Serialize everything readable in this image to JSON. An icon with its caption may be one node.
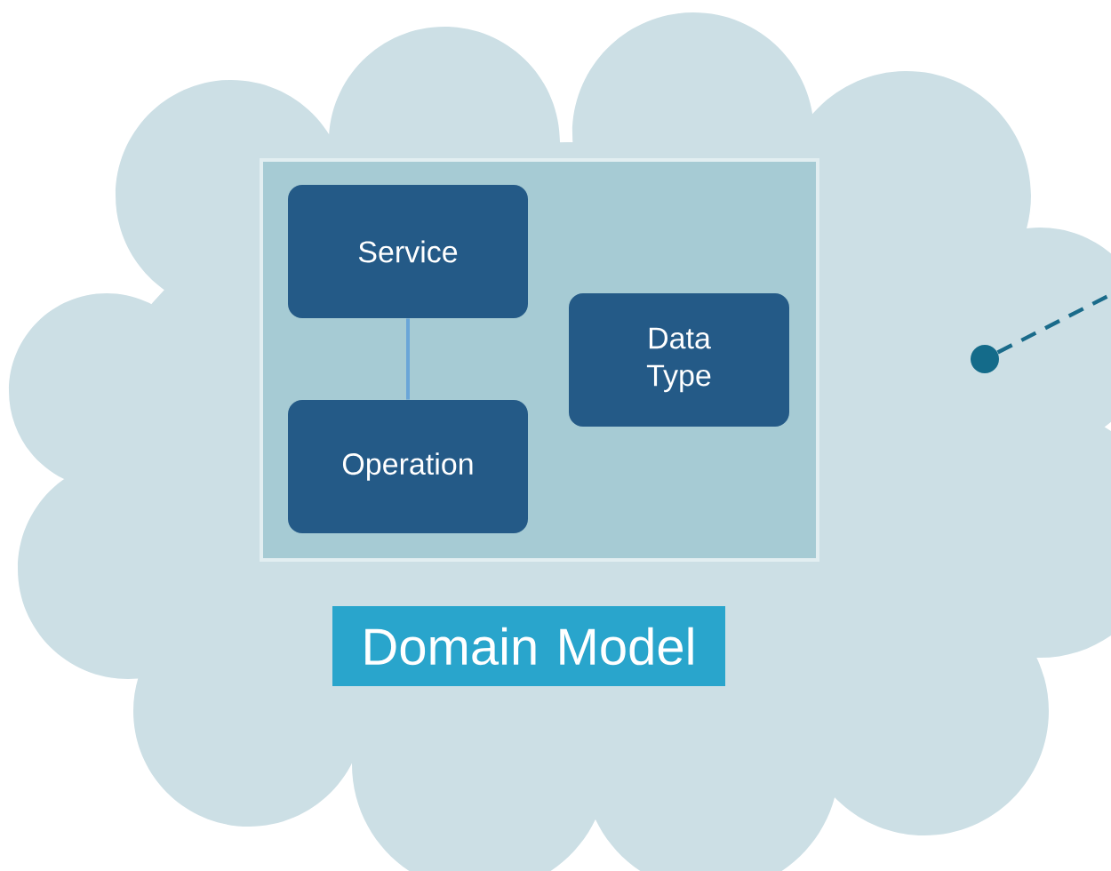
{
  "diagram": {
    "nodes": [
      {
        "text": [],
        "shape": "cloud"
      },
      {
        "text": [],
        "shape": "box",
        "in": 0
      },
      {
        "text": [
          "Service"
        ],
        "in": 1
      },
      {
        "text": [
          "Operation"
        ],
        "in": 1
      },
      {
        "text": [
          "Data Type"
        ],
        "in": 1
      },
      {
        "text": [
          "Domain Model"
        ],
        "in": 0
      },
      {
        "text": [],
        "shape": "circle",
        "in": 0
      }
    ],
    "edges": [
      {
        "from": 2,
        "to": 3,
        "arrow": "none",
        "color": "#6aa6d8"
      },
      {
        "from": 6,
        "to": null,
        "arrow": "none",
        "style": "dashed",
        "color": "#1a6b8a"
      }
    ]
  }
}
